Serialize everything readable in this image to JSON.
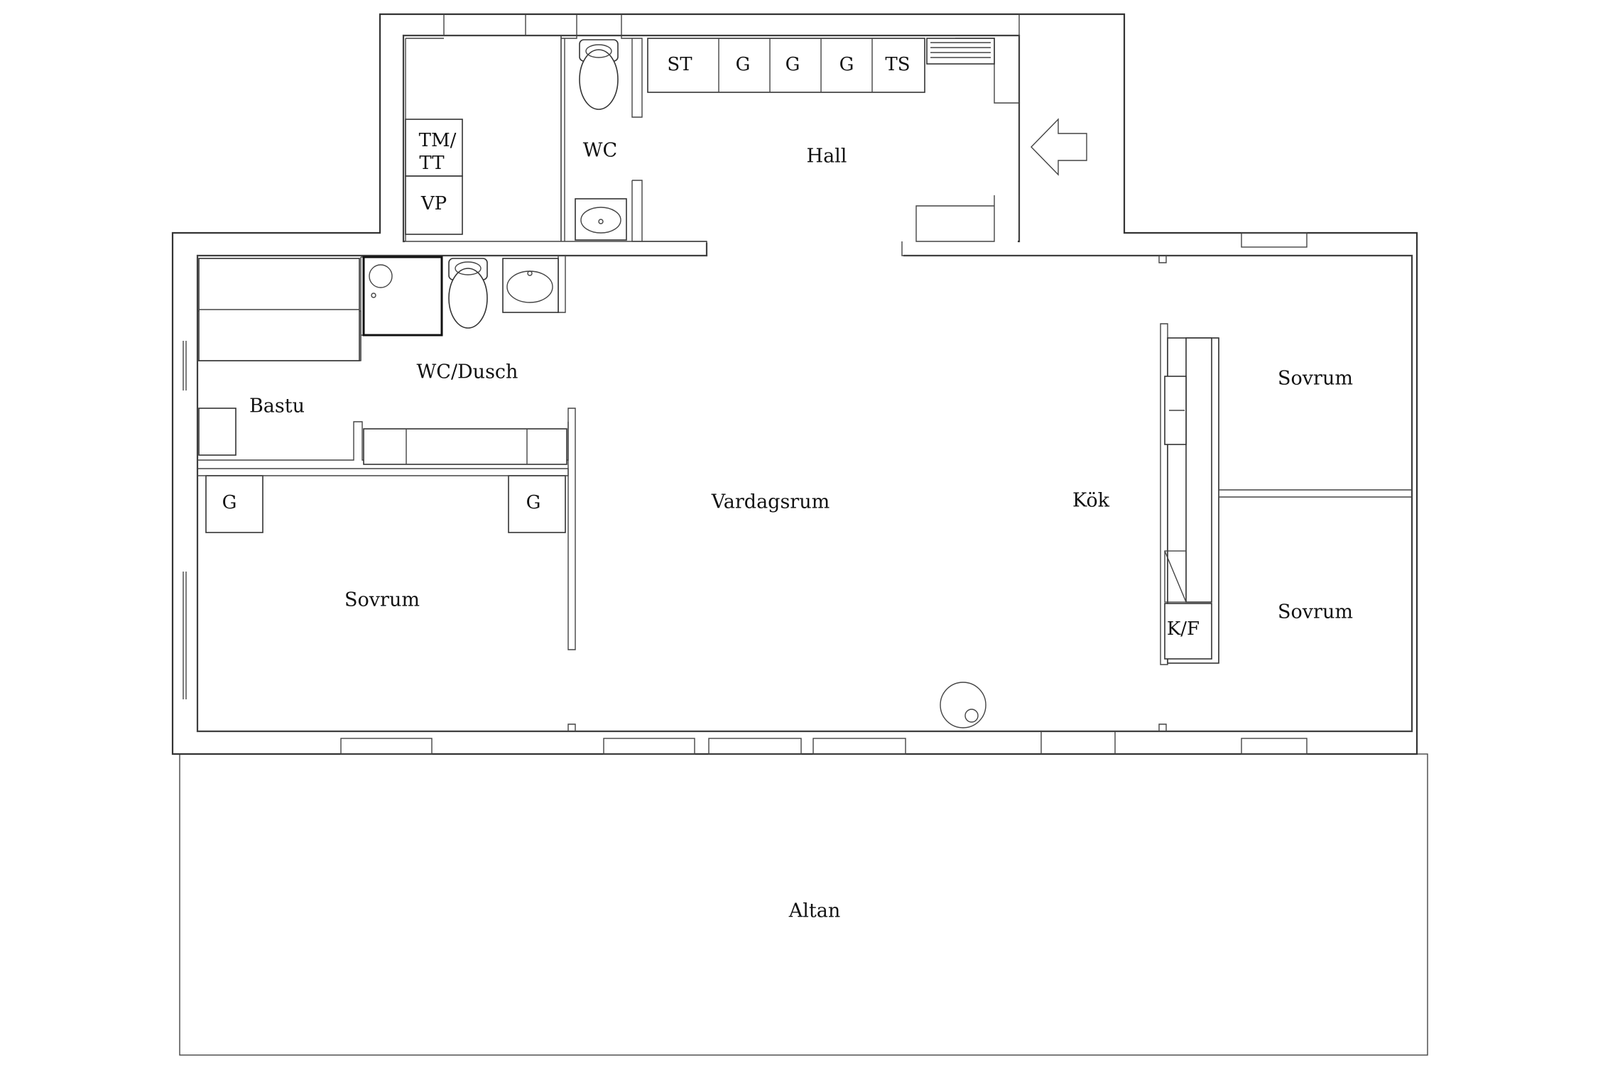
{
  "rooms": {
    "hall": "Hall",
    "wc": "WC",
    "wc_dusch": "WC/Dusch",
    "bastu": "Bastu",
    "sovrum_left": "Sovrum",
    "vardagsrum": "Vardagsrum",
    "kok": "Kök",
    "sovrum_top_right": "Sovrum",
    "sovrum_bottom_right": "Sovrum",
    "altan": "Altan"
  },
  "fixtures": {
    "st": "ST",
    "g1": "G",
    "g2": "G",
    "g3": "G",
    "ts": "TS",
    "tm_tt_line1": "TM/",
    "tm_tt_line2": "TT",
    "vp": "VP",
    "g_left": "G",
    "g_right": "G",
    "kf": "K/F"
  }
}
